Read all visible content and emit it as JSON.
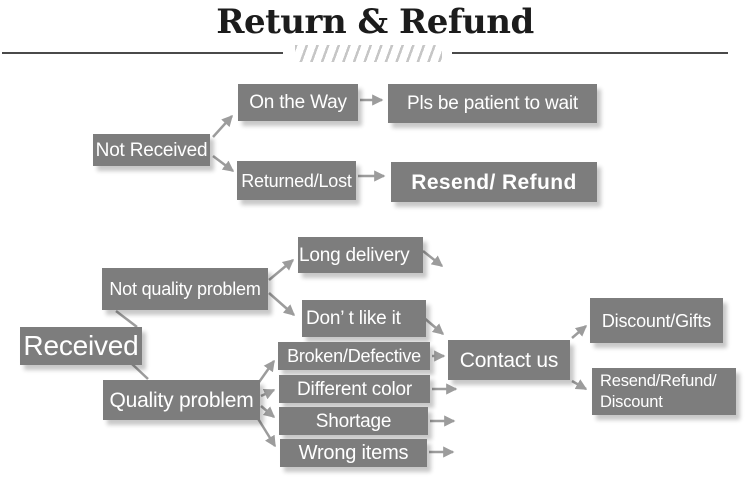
{
  "title": "Return & Refund",
  "colors": {
    "background": "#ffffff",
    "box_bg": "#7d7d7d",
    "box_text": "#ffffff",
    "arrow": "#9c9c9c",
    "title_text": "#1c1c1c",
    "divider_line": "#4a4a4a",
    "hatch": "#c6c6c6"
  },
  "nodes": {
    "not_received": "Not Received",
    "on_the_way": "On the Way",
    "returned_lost": "Returned/Lost",
    "pls_be_patient": "Pls be patient to wait",
    "resend_refund": "Resend/ Refund",
    "received": "Received",
    "not_quality_problem": "Not quality problem",
    "quality_problem": "Quality problem",
    "long_delivery": "Long delivery",
    "dont_like_it": "Don’ t like it",
    "broken_defective": "Broken/Defective",
    "different_color": "Different color",
    "shortage": "Shortage",
    "wrong_items": "Wrong items",
    "contact_us": "Contact us",
    "discount_gifts": "Discount/Gifts",
    "resend_refund_discount_line1": "Resend/Refund/",
    "resend_refund_discount_line2": "Discount"
  }
}
